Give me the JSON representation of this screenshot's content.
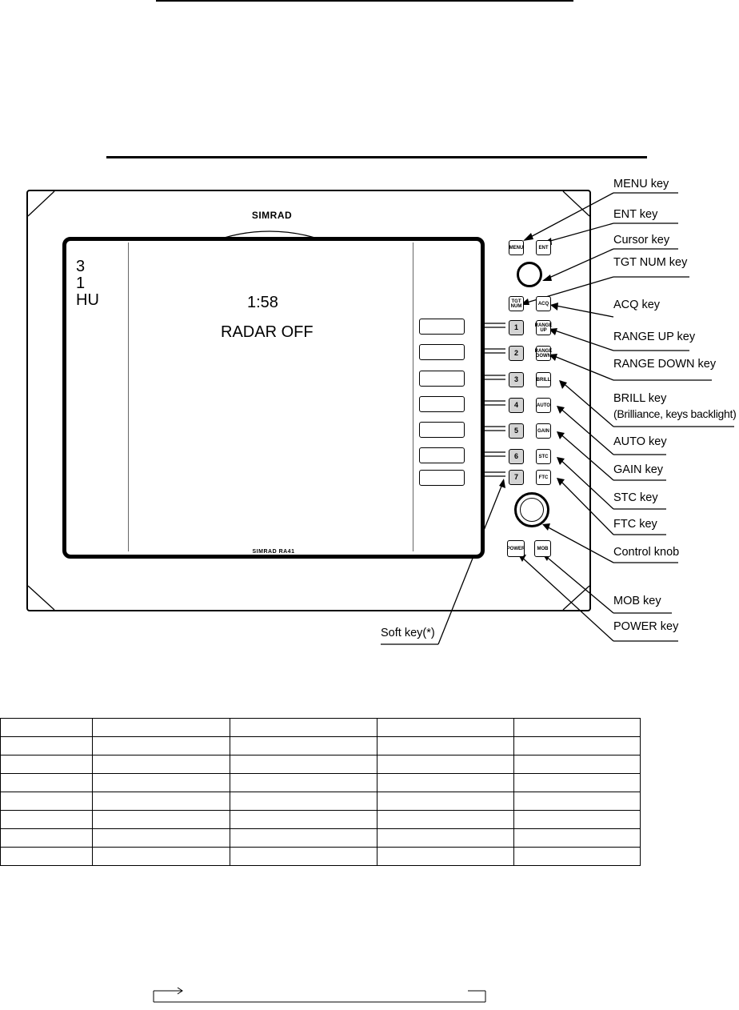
{
  "diagram": {
    "brand_top": "SIMRAD",
    "brand_bottom": "SIMRAD RA41",
    "display": {
      "range": "3",
      "rings": "1",
      "orientation": "HU",
      "time": "1:58",
      "status": "RADAR OFF"
    },
    "soft_keys": [
      "1",
      "2",
      "3",
      "4",
      "5",
      "6",
      "7"
    ],
    "keys": {
      "menu": "MENU",
      "ent": "ENT",
      "tgt_num": "TGT NUM",
      "acq": "ACQ",
      "range_up": "RANGE UP",
      "range_down": "RANGE DOWN",
      "brill": "BRILL",
      "auto": "AUTO",
      "gain": "GAIN",
      "stc": "STC",
      "ftc": "FTC",
      "power": "POWER",
      "mob": "MOB"
    },
    "callouts": {
      "menu": "MENU key",
      "ent": "ENT key",
      "cursor": "Cursor key",
      "tgt_num": "TGT NUM key",
      "acq": "ACQ key",
      "range_up": "RANGE UP key",
      "range_down": "RANGE DOWN key",
      "brill": "BRILL key",
      "brill_note": "(Brilliance, keys backlight)",
      "auto": "AUTO key",
      "gain": "GAIN key",
      "stc": "STC key",
      "ftc": "FTC key",
      "control_knob": "Control knob",
      "mob": "MOB key",
      "power": "POWER key",
      "soft_key": "Soft key(*)"
    }
  },
  "table": {
    "rows": 8,
    "columns": 5
  }
}
